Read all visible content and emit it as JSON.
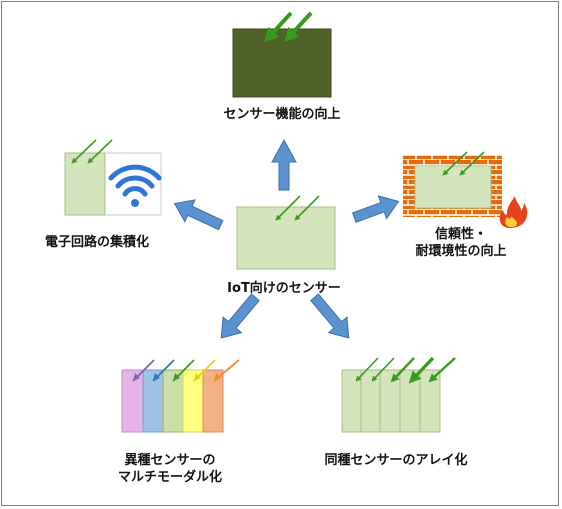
{
  "labels": {
    "top": "センサー機能の向上",
    "left": "電子回路の集積化",
    "right_line1": "信頼性・",
    "right_line2": "耐環境性の向上",
    "center": "IoT向けのセンサー",
    "bottom_left_line1": "異種センサーの",
    "bottom_left_line2": "マルチモーダル化",
    "bottom_right": "同種センサーのアレイ化"
  },
  "colors": {
    "sensor_fill": "#d4e4bc",
    "sensor_stroke": "#a6bf82",
    "dark_sensor": "#4f6228",
    "arrow_fill": "#5b93d1",
    "arrow_stroke": "#3f6fa8",
    "light_arrow": "#3a9a1e",
    "brick": "#e46c0a",
    "wifi": "#2e75d6",
    "multimodal": [
      "#e6b3e6",
      "#9dc3e6",
      "#c9dea8",
      "#ffff80",
      "#f4b183"
    ],
    "multimodal_arrows": [
      "#8064a2",
      "#2e75b6",
      "#3a9a1e",
      "#e6d400",
      "#f08b2a"
    ]
  },
  "icons": [
    "wifi-icon",
    "fire-icon",
    "brick-wall-icon",
    "light-arrow-icon"
  ]
}
